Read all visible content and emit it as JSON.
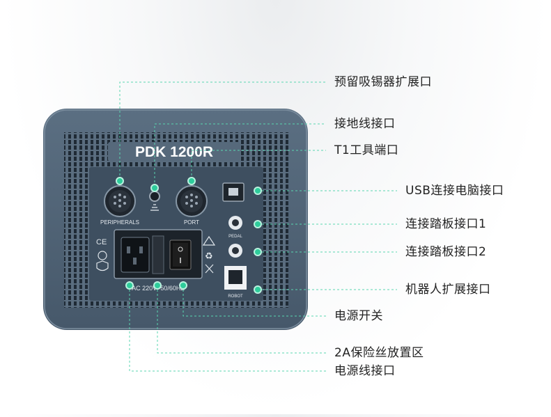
{
  "device": {
    "model": "PDK 1200R",
    "panel_labels": {
      "peripherals": "PERIPHERALS",
      "port": "PORT",
      "pedal": "PEDAL",
      "robot": "ROBOT",
      "power_rating": "AC 220V~50/60HZ"
    }
  },
  "callouts": [
    {
      "id": "solder-suction-port",
      "text": "预留吸锡器扩展口"
    },
    {
      "id": "ground-port",
      "text": "接地线接口"
    },
    {
      "id": "t1-tool-port",
      "text": "T1工具端口"
    },
    {
      "id": "usb-port",
      "text": "USB连接电脑接口"
    },
    {
      "id": "pedal-port-1",
      "text": "连接踏板接口1"
    },
    {
      "id": "pedal-port-2",
      "text": "连接踏板接口2"
    },
    {
      "id": "robot-port",
      "text": "机器人扩展接口"
    },
    {
      "id": "power-switch",
      "text": "电源开关"
    },
    {
      "id": "fuse-slot",
      "text": "2A保险丝放置区"
    },
    {
      "id": "power-cord-port",
      "text": "电源线接口"
    }
  ],
  "colors": {
    "accent": "#2ecc9b",
    "housing": "#4f6274",
    "panel": "#3d4e5f",
    "vent": "#26323e"
  }
}
